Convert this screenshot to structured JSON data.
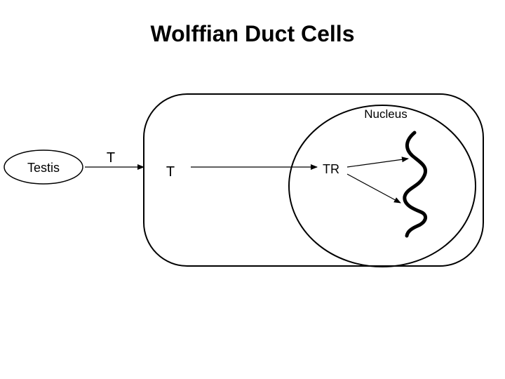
{
  "title": "Wolffian Duct Cells",
  "labels": {
    "testis": "Testis",
    "hormone_outside": "T",
    "hormone_inside": "T",
    "nucleus": "Nucleus",
    "receptor_complex": "TR"
  },
  "colors": {
    "ink": "#000000",
    "background": "#ffffff"
  }
}
